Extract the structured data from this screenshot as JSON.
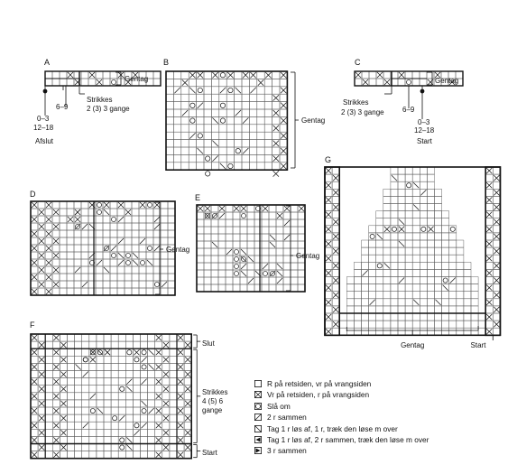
{
  "charts": [
    {
      "id": "A",
      "label": "A",
      "notes": [
        "Gentag",
        "Strikkes",
        "2 (3) 3 gange",
        "6–9",
        "0–3",
        "12–18",
        "Afslut"
      ]
    },
    {
      "id": "B",
      "label": "B",
      "notes": [
        "Gentag"
      ]
    },
    {
      "id": "C",
      "label": "C",
      "notes": [
        "Gentag",
        "Strikkes",
        "2 (3) 3 gange",
        "6–9",
        "0–3",
        "12–18",
        "Start"
      ]
    },
    {
      "id": "D",
      "label": "D",
      "notes": [
        "Gentag"
      ]
    },
    {
      "id": "E",
      "label": "E",
      "notes": [
        "Gentag"
      ]
    },
    {
      "id": "G",
      "label": "G",
      "notes": [
        "Gentag",
        "Start"
      ]
    },
    {
      "id": "F",
      "label": "F",
      "notes": [
        "Slut",
        "Strikkes",
        "4 (5) 6",
        "gange",
        "Start"
      ]
    }
  ],
  "legend": [
    {
      "symbol": "blank-square-icon",
      "text": "R på retsiden, vr på vrangsiden"
    },
    {
      "symbol": "x-square-icon",
      "text": "Vr på retsiden, r på vrangsiden"
    },
    {
      "symbol": "circle-square-icon",
      "text": "Slå om"
    },
    {
      "symbol": "slash-square-icon",
      "text": "2 r sammen"
    },
    {
      "symbol": "backslash-square-icon",
      "text": "Tag 1 r løs af, 1 r, træk den løse m over"
    },
    {
      "symbol": "left-triangle-square-icon",
      "text": "Tag 1 r løs af, 2 r sammen, træk den løse m over"
    },
    {
      "symbol": "right-triangle-square-icon",
      "text": "3 r sammen"
    }
  ]
}
